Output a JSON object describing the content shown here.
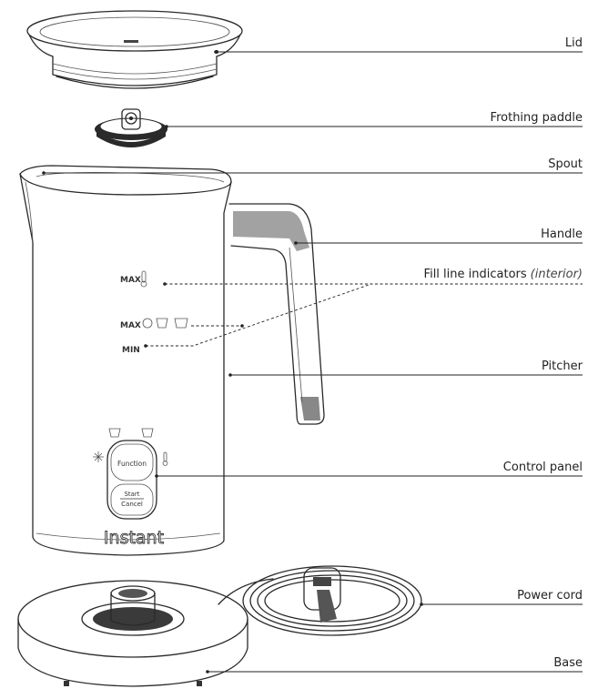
{
  "labels": {
    "lid": "Lid",
    "frothing_paddle": "Frothing paddle",
    "spout": "Spout",
    "handle": "Handle",
    "fill_line_main": "Fill line indicators",
    "fill_line_note": "(interior)",
    "pitcher": "Pitcher",
    "control_panel": "Control panel",
    "power_cord": "Power cord",
    "base": "Base"
  },
  "pitcher_marks": {
    "max_hot": "MAX",
    "max_froth": "MAX",
    "min": "MIN"
  },
  "buttons": {
    "function": "Function",
    "start": "Start",
    "cancel": "Cancel"
  },
  "brand": "Instant"
}
